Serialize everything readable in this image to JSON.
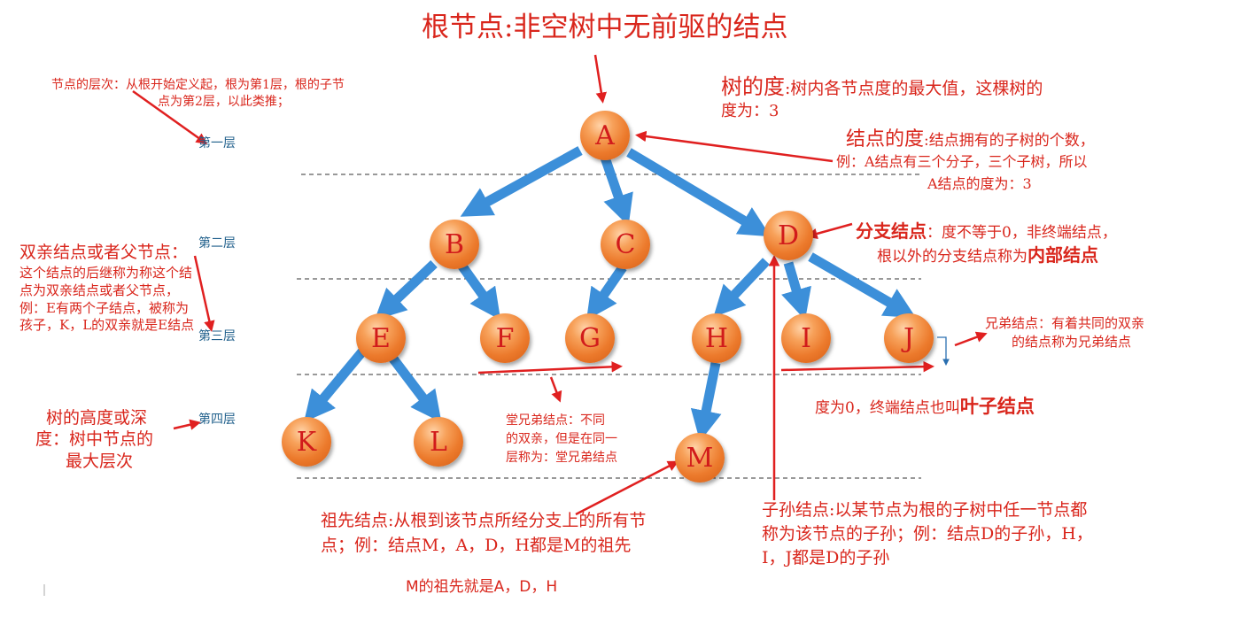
{
  "nodes": {
    "A": "A",
    "B": "B",
    "C": "C",
    "D": "D",
    "E": "E",
    "F": "F",
    "G": "G",
    "H": "H",
    "I": "I",
    "J": "J",
    "K": "K",
    "L": "L",
    "M": "M"
  },
  "levels": {
    "l1": "第一层",
    "l2": "第二层",
    "l3": "第三层",
    "l4": "第四层"
  },
  "annotations": {
    "root_title": "根节点:非空树中无前驱的结点",
    "level_def_line1": "节点的层次：从根开始定义起，根为第1层，根的子节",
    "level_def_line2": "点为第2层，以此类推；",
    "tree_degree_head": "树的度",
    "tree_degree_line1": ":树内各节点度的最大值，这棵树的",
    "tree_degree_line2": "度为：3",
    "node_degree_head": "结点的度",
    "node_degree_line1": ":结点拥有的子树的个数，",
    "node_degree_line2": "例：A结点有三个分子，三个子树，所以",
    "node_degree_line3": "A结点的度为：3",
    "branch_head": "分支结点",
    "branch_line1": "：度不等于0，非终端结点，",
    "branch_line2": "根以外的分支结点称为",
    "branch_bold": "内部结点",
    "parent_head": "双亲结点或者父节点",
    "parent_line1": "这个结点的后继称为称这个结",
    "parent_line2": "点为双亲结点或者父节点，",
    "parent_line3": "例：E有两个子结点，被称为",
    "parent_line4": "孩子，K，L的双亲就是E结点",
    "sibling_line1": "兄弟结点：有着共同的双亲",
    "sibling_line2": "的结点称为兄弟结点",
    "leaf_text": "度为0，终端结点也叫",
    "leaf_bold": "叶子结点",
    "height_line1": "树的高度或深",
    "height_line2": "度：树中节点的",
    "height_line3": "最大层次",
    "cousin_line1": "堂兄弟结点：不同",
    "cousin_line2": "的双亲，但是在同一",
    "cousin_line3": "层称为：堂兄弟结点",
    "ancestor_line1": "祖先结点:从根到该节点所经分支上的所有节",
    "ancestor_line2": "点；例：结点M，A，D，H都是M的祖先",
    "ancestor_note": "M的祖先就是A，D，H",
    "descendant_line1": "子孙结点:以某节点为根的子树中任一节点都",
    "descendant_line2": "称为该节点的子孙；例：结点D的子孙，H，",
    "descendant_line3": "I，J都是D的子孙"
  },
  "colors": {
    "annotation_red": "#d9261c",
    "edge_blue": "#3c8fd9",
    "level_label_blue": "#1f5f8b",
    "node_orange": "#ec7a2c"
  }
}
